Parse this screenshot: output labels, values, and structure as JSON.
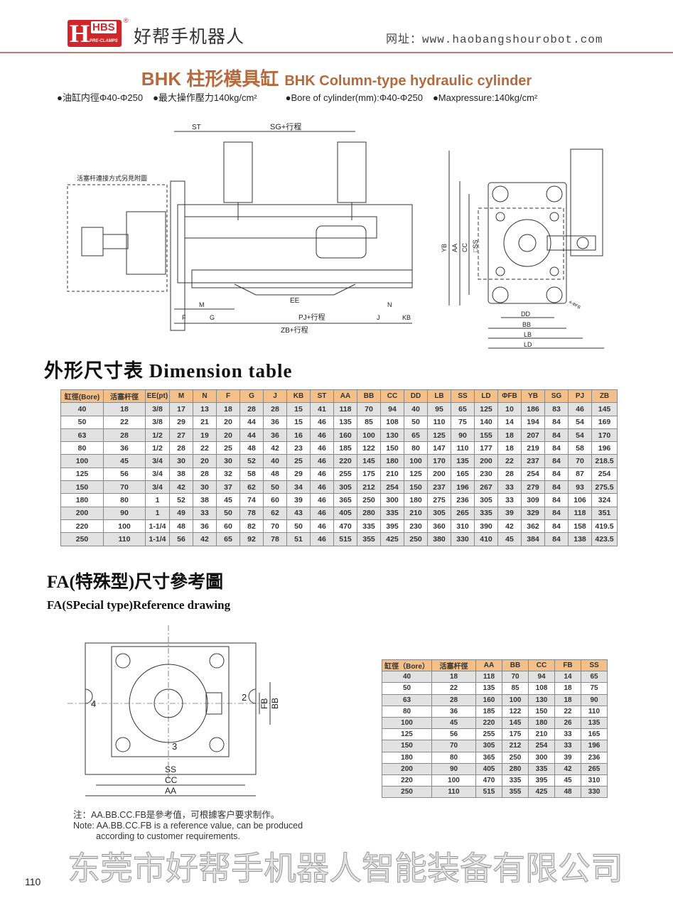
{
  "header": {
    "logo_text": "HBS",
    "logo_sub": "PRE-CLAMPS",
    "brand": "好帮手机器人",
    "website": "网址：www.haobangshourobot.com"
  },
  "title": {
    "cn": "BHK 柱形模具缸",
    "en": "BHK Column-type hydraulic cylinder"
  },
  "specs": [
    "●油缸内徑Φ40-Φ250",
    "●最大操作壓力140kg/cm²",
    "●Bore of cylinder(mm):Φ40-Φ250",
    "●Maxpressure:140kg/cm²"
  ],
  "drawing1": {
    "st": "ST",
    "sg": "SG+行程",
    "note": "活塞杆連接方式另見附圖",
    "ee": "EE",
    "f": "F",
    "m": "M",
    "g": "G",
    "pj": "PJ+行程",
    "n": "N",
    "j": "J",
    "kb": "KB",
    "zb": "ZB+行程"
  },
  "drawing2": {
    "yb": "YB",
    "aa": "AA",
    "cc": "CC",
    "ss": "□SS",
    "dd": "DD",
    "bb": "BB",
    "lb": "LB",
    "ld": "LD",
    "fb": "4-ΦFB"
  },
  "dimension_table": {
    "heading": "外形尺寸表  Dimension table",
    "columns": [
      "缸徑(Bore)",
      "活塞杆徑",
      "EE(pt)",
      "M",
      "N",
      "F",
      "G",
      "J",
      "KB",
      "ST",
      "AA",
      "BB",
      "CC",
      "DD",
      "LB",
      "SS",
      "LD",
      "ΦFB",
      "YB",
      "SG",
      "PJ",
      "ZB"
    ],
    "rows": [
      [
        "40",
        "18",
        "3/8",
        "17",
        "13",
        "18",
        "28",
        "28",
        "15",
        "41",
        "118",
        "70",
        "94",
        "40",
        "95",
        "65",
        "125",
        "10",
        "186",
        "83",
        "46",
        "145"
      ],
      [
        "50",
        "22",
        "3/8",
        "29",
        "21",
        "20",
        "44",
        "36",
        "15",
        "46",
        "135",
        "85",
        "108",
        "50",
        "110",
        "75",
        "140",
        "14",
        "194",
        "84",
        "54",
        "169"
      ],
      [
        "63",
        "28",
        "1/2",
        "27",
        "19",
        "20",
        "44",
        "36",
        "16",
        "46",
        "160",
        "100",
        "130",
        "65",
        "125",
        "90",
        "155",
        "18",
        "207",
        "84",
        "54",
        "170"
      ],
      [
        "80",
        "36",
        "1/2",
        "28",
        "22",
        "25",
        "48",
        "42",
        "23",
        "46",
        "185",
        "122",
        "150",
        "80",
        "147",
        "110",
        "177",
        "18",
        "219",
        "84",
        "58",
        "196"
      ],
      [
        "100",
        "45",
        "3/4",
        "30",
        "20",
        "30",
        "52",
        "40",
        "25",
        "46",
        "220",
        "145",
        "180",
        "100",
        "170",
        "135",
        "200",
        "22",
        "237",
        "84",
        "70",
        "218.5"
      ],
      [
        "125",
        "56",
        "3/4",
        "38",
        "28",
        "32",
        "58",
        "48",
        "29",
        "46",
        "255",
        "175",
        "210",
        "125",
        "200",
        "165",
        "230",
        "28",
        "254",
        "84",
        "87",
        "254"
      ],
      [
        "150",
        "70",
        "3/4",
        "42",
        "30",
        "37",
        "62",
        "50",
        "34",
        "46",
        "305",
        "212",
        "254",
        "150",
        "237",
        "196",
        "267",
        "33",
        "279",
        "84",
        "93",
        "275.5"
      ],
      [
        "180",
        "80",
        "1",
        "52",
        "38",
        "45",
        "74",
        "60",
        "39",
        "46",
        "365",
        "250",
        "300",
        "180",
        "275",
        "236",
        "305",
        "33",
        "309",
        "84",
        "106",
        "324"
      ],
      [
        "200",
        "90",
        "1",
        "49",
        "33",
        "50",
        "78",
        "62",
        "43",
        "46",
        "405",
        "280",
        "335",
        "210",
        "305",
        "265",
        "335",
        "39",
        "329",
        "84",
        "118",
        "351"
      ],
      [
        "220",
        "100",
        "1-1/4",
        "48",
        "36",
        "60",
        "82",
        "70",
        "50",
        "46",
        "470",
        "335",
        "395",
        "230",
        "360",
        "310",
        "390",
        "42",
        "362",
        "84",
        "158",
        "419.5"
      ],
      [
        "250",
        "110",
        "1-1/4",
        "56",
        "42",
        "65",
        "92",
        "78",
        "51",
        "46",
        "515",
        "355",
        "425",
        "250",
        "380",
        "330",
        "410",
        "45",
        "384",
        "84",
        "138",
        "423.5"
      ]
    ]
  },
  "watermark": "东莞市好帮手机器人智能装备有限公司",
  "fa": {
    "heading_cn": "FA(特殊型)尺寸參考圖",
    "heading_en": "FA(SPecial type)Reference drawing",
    "drawing": {
      "p4": "4",
      "p2": "2",
      "p3": "3",
      "fb": "FB",
      "bb": "BB",
      "ss": "SS",
      "cc": "CC",
      "aa": "AA"
    },
    "columns": [
      "缸徑（Bore）",
      "活塞杆徑",
      "AA",
      "BB",
      "CC",
      "FB",
      "SS"
    ],
    "rows": [
      [
        "40",
        "18",
        "118",
        "70",
        "94",
        "14",
        "65"
      ],
      [
        "50",
        "22",
        "135",
        "85",
        "108",
        "18",
        "75"
      ],
      [
        "63",
        "28",
        "160",
        "100",
        "130",
        "18",
        "90"
      ],
      [
        "80",
        "36",
        "185",
        "122",
        "150",
        "22",
        "110"
      ],
      [
        "100",
        "45",
        "220",
        "145",
        "180",
        "26",
        "135"
      ],
      [
        "125",
        "56",
        "255",
        "175",
        "210",
        "33",
        "165"
      ],
      [
        "150",
        "70",
        "305",
        "212",
        "254",
        "33",
        "196"
      ],
      [
        "180",
        "80",
        "365",
        "250",
        "300",
        "39",
        "236"
      ],
      [
        "200",
        "90",
        "405",
        "280",
        "335",
        "42",
        "265"
      ],
      [
        "220",
        "100",
        "470",
        "335",
        "395",
        "45",
        "310"
      ],
      [
        "250",
        "110",
        "515",
        "355",
        "425",
        "48",
        "330"
      ]
    ]
  },
  "notes": {
    "cn": "注：AA.BB.CC.FB是參考值，可根據客户要求制作。",
    "en1": "Note: AA.BB.CC.FB is a reference value, can be produced",
    "en2": "according to customer requirements."
  },
  "page_number": "110"
}
